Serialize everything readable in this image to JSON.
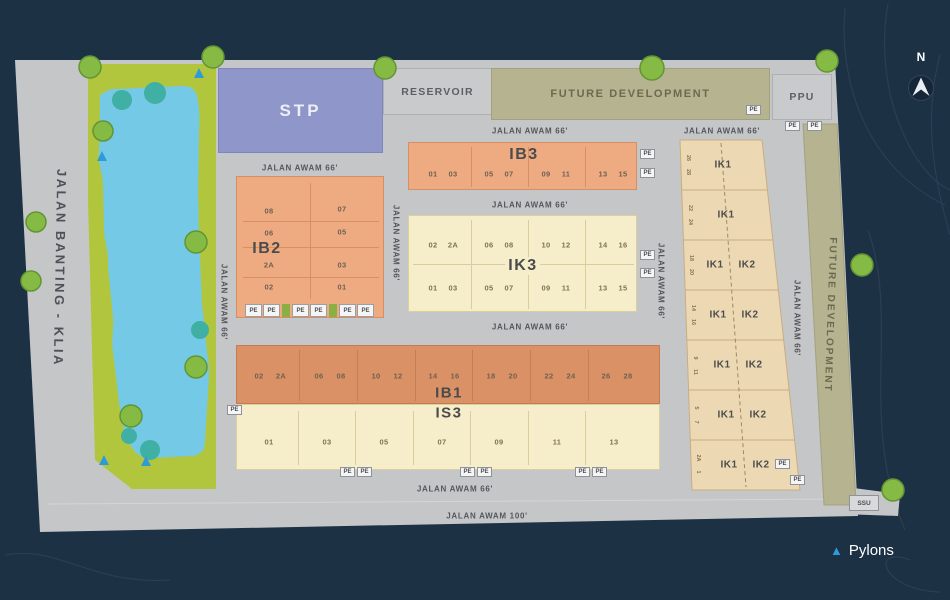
{
  "icons": {
    "pylon": "▲"
  },
  "legend": {
    "pylons": "Pylons"
  },
  "compass": {
    "north": "N"
  },
  "roads": {
    "banting_klia": "JALAN BANTING - KLIA",
    "awam_66": "JALAN AWAM 66'",
    "awam_100": "JALAN AWAM 100'"
  },
  "facilities": {
    "stp": "STP",
    "reservoir": "RESERVOIR",
    "future_development": "FUTURE DEVELOPMENT",
    "ppu": "PPU",
    "ssu": "SSU",
    "pe": "PE"
  },
  "blocks": {
    "ib2": {
      "label": "IB2",
      "left_col": [
        "08",
        "06",
        "2A",
        "02"
      ],
      "right_col": [
        "07",
        "05",
        "03",
        "01"
      ]
    },
    "ib3": {
      "label": "IB3",
      "lots": [
        "01",
        "03",
        "05",
        "07",
        "09",
        "11",
        "13",
        "15"
      ]
    },
    "ik3": {
      "label": "IK3",
      "top_row": [
        "02",
        "2A",
        "06",
        "08",
        "10",
        "12",
        "14",
        "16"
      ],
      "bottom_row": [
        "01",
        "03",
        "05",
        "07",
        "09",
        "11",
        "13",
        "15"
      ]
    },
    "ib1": {
      "label": "IB1",
      "lots": [
        "02",
        "2A",
        "06",
        "08",
        "10",
        "12",
        "14",
        "16",
        "18",
        "20",
        "22",
        "24",
        "26",
        "28"
      ]
    },
    "is3": {
      "label": "IS3",
      "lots": [
        "01",
        "03",
        "05",
        "07",
        "09",
        "11",
        "13"
      ]
    },
    "ik12": {
      "rows": [
        {
          "l1": "IK1",
          "e1": "26",
          "e2": "28"
        },
        {
          "l1": "IK1",
          "e1": "22",
          "e2": "24"
        },
        {
          "l1": "IK1",
          "l2": "IK2",
          "e1": "18",
          "e2": "20"
        },
        {
          "l1": "IK1",
          "l2": "IK2",
          "e1": "14",
          "e2": "16"
        },
        {
          "l1": "IK1",
          "l2": "IK2",
          "e1": "9",
          "e2": "11"
        },
        {
          "l1": "IK1",
          "l2": "IK2",
          "e1": "5",
          "e2": "7"
        },
        {
          "l1": "IK1",
          "l2": "IK2",
          "e1": "2A",
          "e2": "1"
        }
      ]
    }
  },
  "colors": {
    "background": "#1d3145",
    "road": "#c5c6c8",
    "landscape": "#b2c63d",
    "lake": "#74c9e6",
    "tree": "#85bb44",
    "salmon": "#eeab82",
    "salmon_dark": "#db9166",
    "cream": "#f6edca",
    "tan": "#ecd9b4",
    "olive": "#b5b390",
    "purple_stp": "#8e96ca",
    "pylon_blue": "#2f9ad8"
  }
}
